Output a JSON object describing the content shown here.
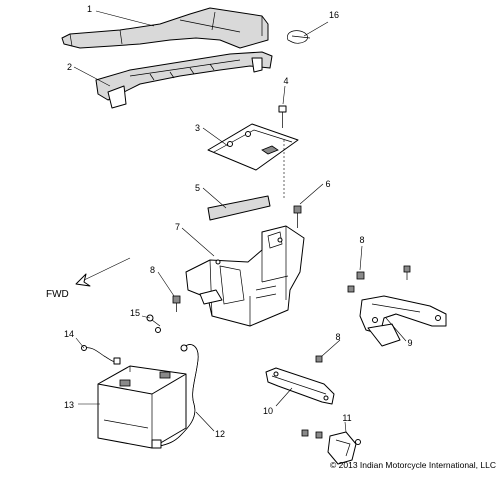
{
  "callouts": [
    "1",
    "2",
    "3",
    "4",
    "5",
    "6",
    "7",
    "8",
    "8",
    "8",
    "9",
    "10",
    "11",
    "12",
    "13",
    "14",
    "15",
    "16"
  ],
  "direction_label": "FWD",
  "copyright": "© 2013 Indian Motorcycle International, LLC"
}
